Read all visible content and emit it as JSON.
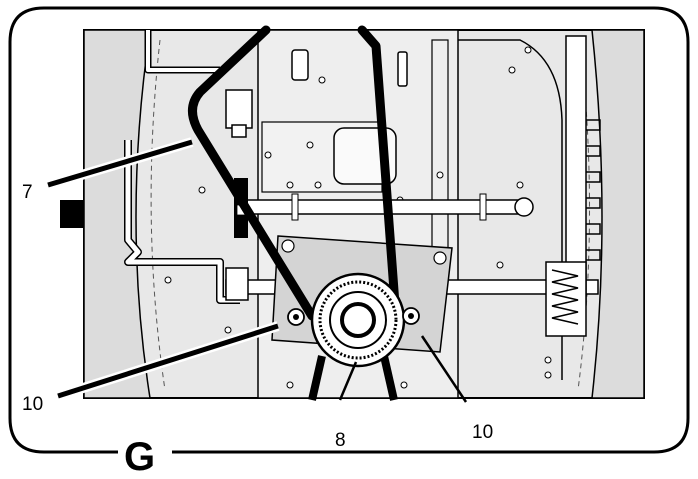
{
  "figure": {
    "letter": "G"
  },
  "callouts": [
    {
      "id": "callout-7",
      "text": "7"
    },
    {
      "id": "callout-10-left",
      "text": "10"
    },
    {
      "id": "callout-8",
      "text": "8"
    },
    {
      "id": "callout-10-right",
      "text": "10"
    }
  ],
  "colors": {
    "ink": "#000000",
    "panel": "#e6e6e6",
    "background": "#ffffff",
    "belt": "#111111"
  }
}
